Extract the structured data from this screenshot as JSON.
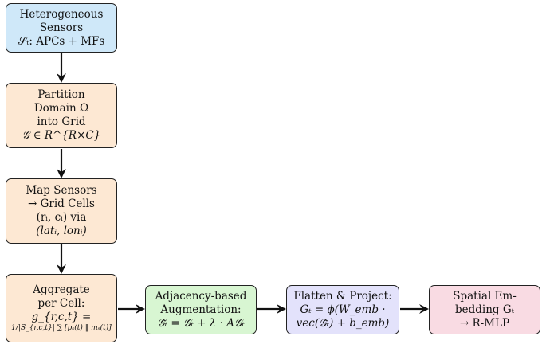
{
  "nodes": {
    "sensors": {
      "l1": "Heterogeneous",
      "l2": "Sensors",
      "l3": "𝒮ₜ: APCs + MFs"
    },
    "partition": {
      "l1": "Partition",
      "l2": "Domain Ω",
      "l3": "into Grid",
      "l4": "𝒢 ∈ R^{R×C}"
    },
    "map": {
      "l1": "Map Sensors",
      "l2": "→ Grid Cells",
      "l3": "(rᵢ, cᵢ) via",
      "l4": "(latᵢ, lonᵢ)"
    },
    "aggregate": {
      "l1": "Aggregate",
      "l2": "per Cell:",
      "l3": "g_{r,c,t} =",
      "l4": "1/|S_{r,c,t}| ∑ [pₛ(t) ‖ mₛ(t)]"
    },
    "adjacency": {
      "l1": "Adjacency-based",
      "l2": "Augmentation:",
      "l3": "𝒢̃ₜ = 𝒢ₜ + λ · A𝒢ₜ"
    },
    "flatten": {
      "l1": "Flatten & Project:",
      "l2": "Gₜ = ϕ(W_emb ·",
      "l3": "vec(𝒢̃ₜ) + b_emb)"
    },
    "spatial": {
      "l1": "Spatial Em-",
      "l2": "bedding Gₜ",
      "l3": "→ R-MLP"
    }
  },
  "colors": {
    "blue": "#cfe8f9",
    "peach": "#fde8d3",
    "green": "#d8f6d2",
    "lavender": "#e3e2fb",
    "pink": "#f9dbe3",
    "stroke": "#222222"
  }
}
